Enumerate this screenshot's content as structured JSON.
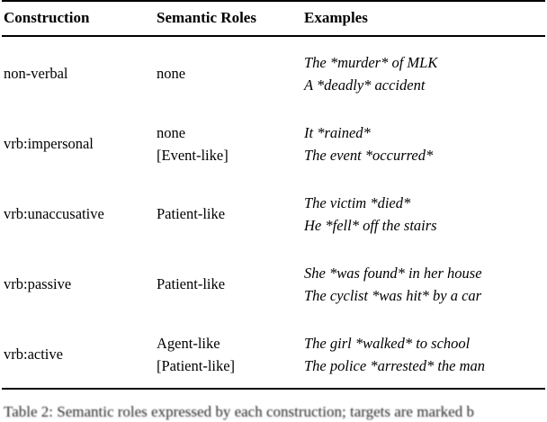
{
  "page": {
    "background": "#ffffff",
    "text_color": "#000000",
    "rule_color": "#000000"
  },
  "table": {
    "headers": [
      "Construction",
      "Semantic Roles",
      "Examples"
    ],
    "rows": [
      {
        "construction": "non-verbal",
        "roles": [
          "none"
        ],
        "examples": [
          "The *murder* of MLK",
          "A *deadly* accident"
        ]
      },
      {
        "construction": "vrb:impersonal",
        "roles": [
          "none",
          "[Event-like]"
        ],
        "examples": [
          "It *rained*",
          "The event *occurred*"
        ]
      },
      {
        "construction": "vrb:unaccusative",
        "roles": [
          "Patient-like"
        ],
        "examples": [
          "The victim *died*",
          "He *fell* off the stairs"
        ]
      },
      {
        "construction": "vrb:passive",
        "roles": [
          "Patient-like"
        ],
        "examples": [
          "She *was found* in her house",
          "The cyclist *was hit* by a car"
        ]
      },
      {
        "construction": "vrb:active",
        "roles": [
          "Agent-like",
          "[Patient-like]"
        ],
        "examples": [
          "The girl *walked* to school",
          "The police *arrested* the man"
        ]
      }
    ]
  },
  "caption": {
    "text": "Table 2:   Semantic roles expressed by each construction; targets are marked b"
  }
}
